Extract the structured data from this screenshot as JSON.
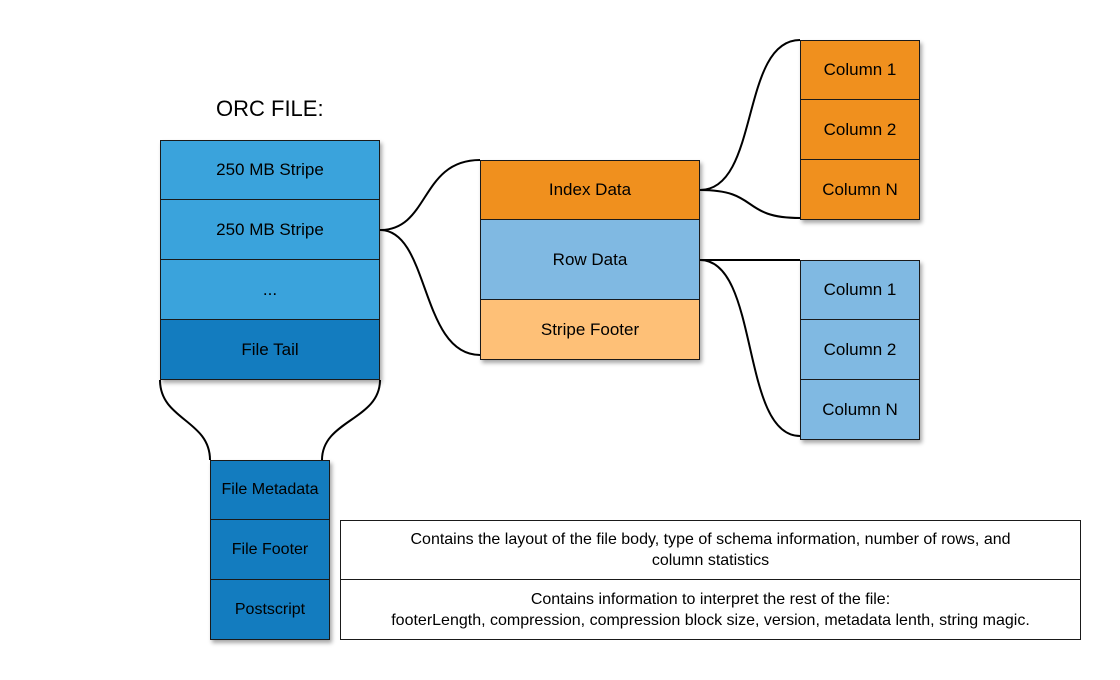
{
  "title": "ORC FILE:",
  "orc_file": {
    "rows": [
      "250 MB Stripe",
      "250 MB Stripe",
      "...",
      "File Tail"
    ]
  },
  "file_tail": {
    "rows": [
      "File Metadata",
      "File Footer",
      "Postscript"
    ]
  },
  "stripe": {
    "index_data": "Index Data",
    "row_data": "Row Data",
    "stripe_footer": "Stripe Footer"
  },
  "index_columns": [
    "Column 1",
    "Column 2",
    "Column N"
  ],
  "row_columns": [
    "Column 1",
    "Column 2",
    "Column N"
  ],
  "descriptions": {
    "file_footer": "Contains the layout of the file body, type of schema information, number of rows, and\ncolumn statistics",
    "postscript": "Contains information to interpret the rest of the file:\nfooterLength, compression, compression block size, version, metadata lenth, string magic."
  },
  "colors": {
    "stripe_blue": "#3aa3dc",
    "tail_blue": "#137cbf",
    "index_orange": "#f0901e",
    "row_light_blue": "#80b9e2",
    "footer_peach": "#fec077"
  }
}
